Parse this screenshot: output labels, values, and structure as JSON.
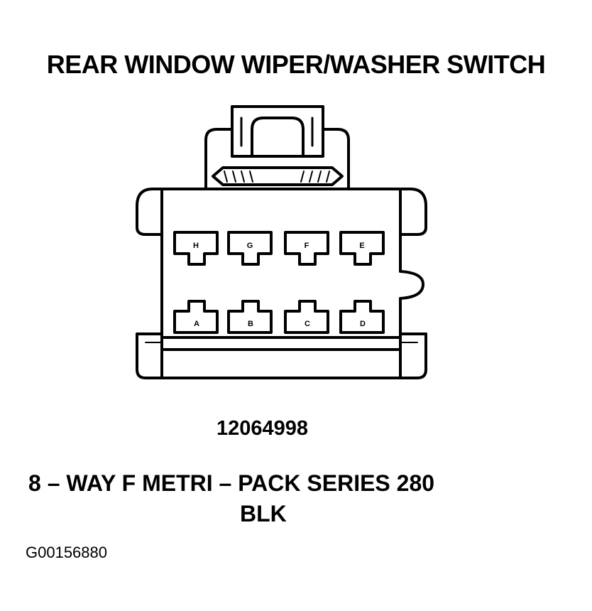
{
  "title": "REAR WINDOW WIPER/WASHER SWITCH",
  "connector": {
    "part_number": "12064998",
    "description": "8 – WAY F METRI – PACK SERIES 280",
    "color": "BLK",
    "pins_top": [
      "H",
      "G",
      "F",
      "E"
    ],
    "pins_bottom": [
      "A",
      "B",
      "C",
      "D"
    ]
  },
  "figure_id": "G00156880"
}
